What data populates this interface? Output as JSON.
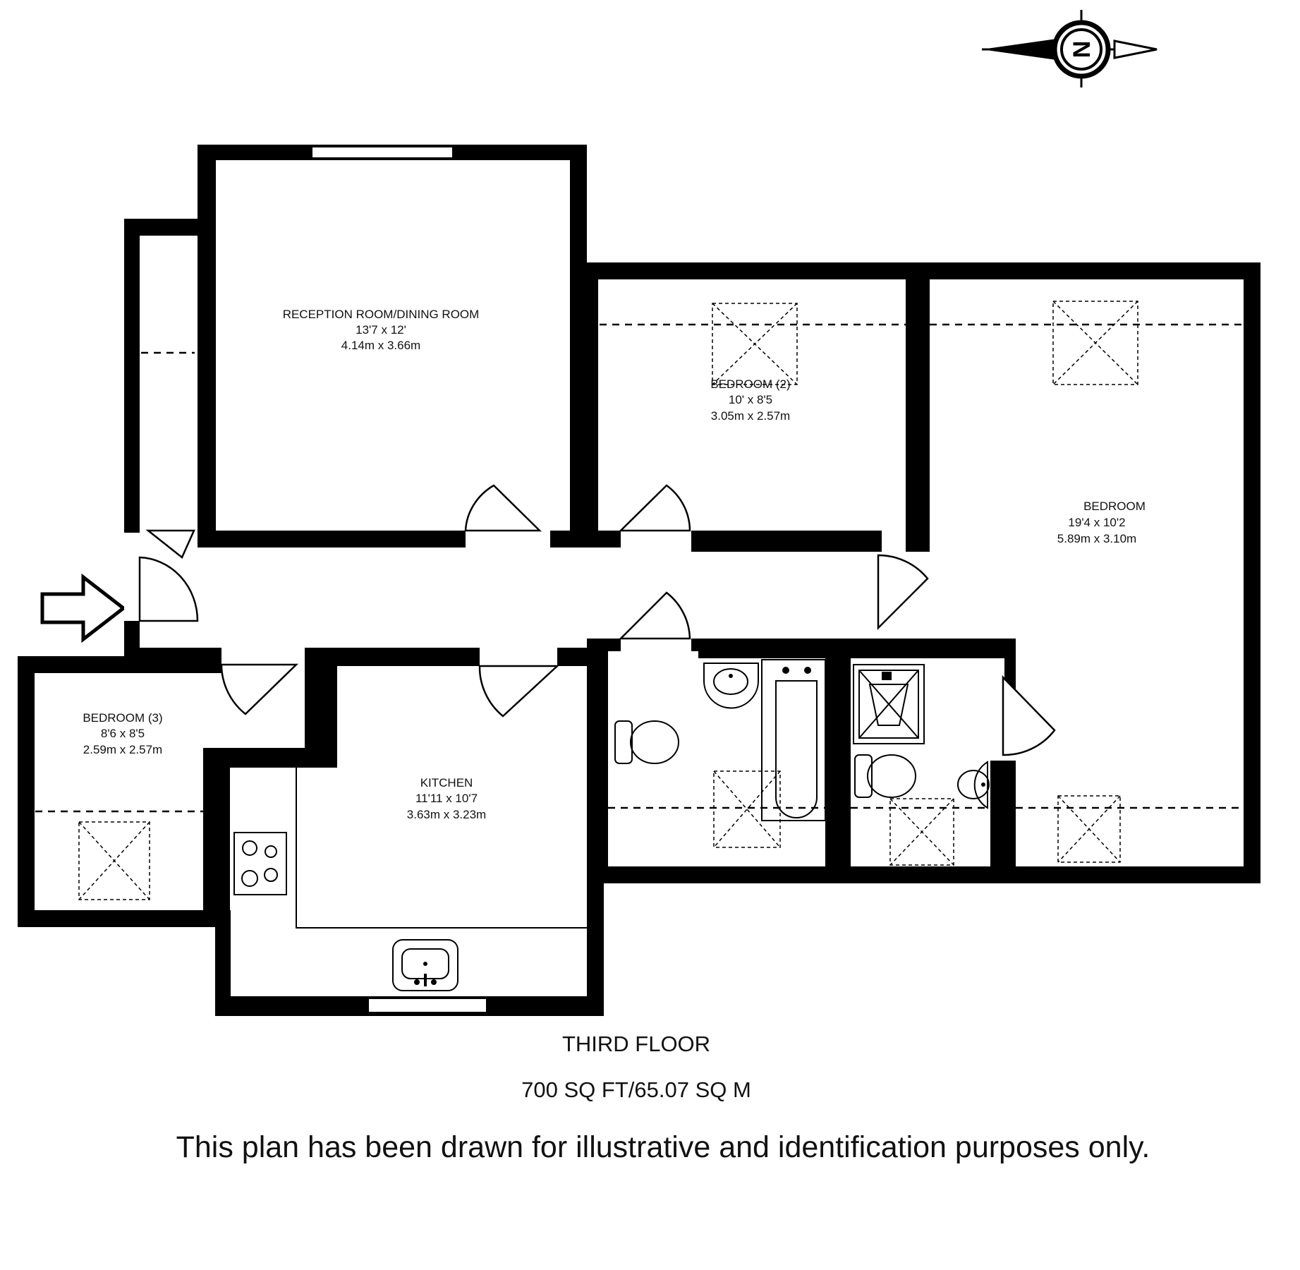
{
  "rooms": {
    "reception": {
      "name": "RECEPTION ROOM/DINING ROOM",
      "imperial": "13'7 x 12'",
      "metric": "4.14m x 3.66m"
    },
    "bedroom2": {
      "name": "BEDROOM (2)",
      "imperial": "10' x 8'5",
      "metric": "3.05m x 2.57m"
    },
    "bedroom1": {
      "name": "BEDROOM",
      "imperial": "19'4 x 10'2",
      "metric": "5.89m x 3.10m"
    },
    "bedroom3": {
      "name": "BEDROOM (3)",
      "imperial": "8'6 x 8'5",
      "metric": "2.59m x 2.57m"
    },
    "kitchen": {
      "name": "KITCHEN",
      "imperial": "11'11 x 10'7",
      "metric": "3.63m x 3.23m"
    }
  },
  "floor": {
    "name": "THIRD FLOOR",
    "area": "700 SQ FT/65.07 SQ M"
  },
  "disclaimer": "This plan has been drawn for illustrative and identification purposes only.",
  "compass": {
    "icon": "north-compass-icon",
    "letter": "N"
  },
  "entrance": {
    "icon": "entrance-arrow-icon"
  }
}
